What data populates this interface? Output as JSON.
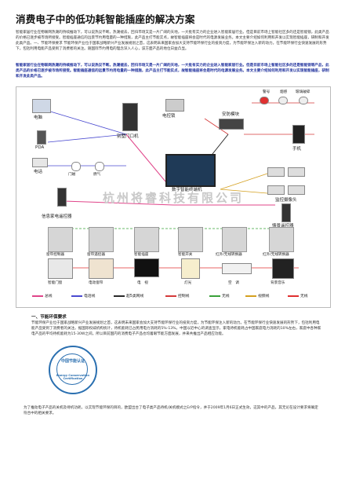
{
  "title": "消费电子中的低功耗智能插座的解决方案",
  "intro": "智能家居行业在物联网热潮的持续推动下，可以说热议不断。热潮褪去，回归市场又是一片广阔的天地，一大批有实力的企业进入智能家居行业。但是目前市场上智能社区多的还是智能锁，此类产品的价格已逐步被市场所接受。智能插座通信的远景节约用电量的一种措施，此产品主打节能实点，故智能插座将会是时代的电源发展业务。本文主要介绍如何利用和开发以实现智能插座，研制和开发此类产品。一、节能环保要求 节能环保产业位于国家战略新兴产业发展规划之首，这表明未来国家会加大支持节能环保行业的投资力度，为节能环保注入新的动力。在节能环保行业快速发展的形势下，包括利用电能产品受到了消费者的关注。随国际节约用电的理念深入人心，该方面产品的地位日益凸显。",
  "blue_para": "智能家居行业在物联网热潮的持续推动下，可以说热议不断。热潮褪去，回归市场又是一片广阔的天地，一大批有实力的企业进入智能家居行业。但是目前市场上智能社区多的还是智能锁等产品，此类产品的价格已逐步被市场所接受。智能插座通信的远景节约用电量的一种措施，此产品主打节能实点，故智能插座将会是时代的电源发展业务。本文主要介绍如何利用和开发以实现智能插座，研制和开发此类产品。",
  "diagram": {
    "watermark": "杭州将睿科技有限公司",
    "labels": {
      "pc": "电脑",
      "pda": "PDA",
      "phone": "电话",
      "building": "别墅门口机",
      "lock": "电控锁",
      "security": "安防模块",
      "mobile": "手机",
      "host": "数字智能终端机",
      "camera": "监控摄像头",
      "sensor": "门磁",
      "gas": "燃气",
      "remote": "信息家电遥控器",
      "remote2": "情景遥控器",
      "curtain_ctrl": "窗帘控制器",
      "curtain_switch": "窗帘遥控器",
      "smart_socket": "智能插座",
      "smart_switch": "智能开关",
      "ir1": "红外/无线转换器",
      "ir2": "红外/无线转换器",
      "window": "智能门窗",
      "motor": "电动窗帘",
      "tv": "电　视",
      "light": "灯光",
      "ac": "空　调",
      "music": "背景音乐",
      "siren": "警号",
      "smoke": "烟感",
      "glass": "玻璃破碎"
    },
    "legend": [
      {
        "label": "总线",
        "color": "#e0458a"
      },
      {
        "label": "电话线",
        "color": "#4a4ad0"
      },
      {
        "label": "超5类网线",
        "color": "#2a2a2a"
      },
      {
        "label": "控制线",
        "color": "#d43a3a"
      },
      {
        "label": "无线",
        "color": "#3aa23a"
      },
      {
        "label": "视频线",
        "color": "#d4a020"
      },
      {
        "label": "无线",
        "color": "#e03030"
      }
    ]
  },
  "section1": {
    "heading": "一、节能环保要求",
    "body": "节能环保产业位于国家战略新兴产业发展规划之首，这表明未来国家会加大支持节能环保行业的投资力度，为节能环保注入新的动力。在节能环保行业快速发展的形势下，包括利用电能产品受到了消费者的关注。据国际权威机构统计，待机能耗已占民用电力消耗的5%-13%。中国以近中心的调查显示，家电待机能耗占中国家庭电力消耗的10%左右，家庭中各种家电产品的平均待机能耗为15-30W之间。所以目前国内的消费电子产品也均着眼节能方面发展，并来共推出产品相应功能。",
    "seal_top": "中国节能认证",
    "seal_bottom": "Energy Conservation Certification"
  },
  "bottom_para": "为了推动电子产品的关机及待机功耗，以实现节能环保的目的，欧盟出台了电子类产品待机/关机模式之ErP指令，并于2009年1月6日正式生效，这其中的产品，其无论在设计要求将确定符合中的相关要求。"
}
